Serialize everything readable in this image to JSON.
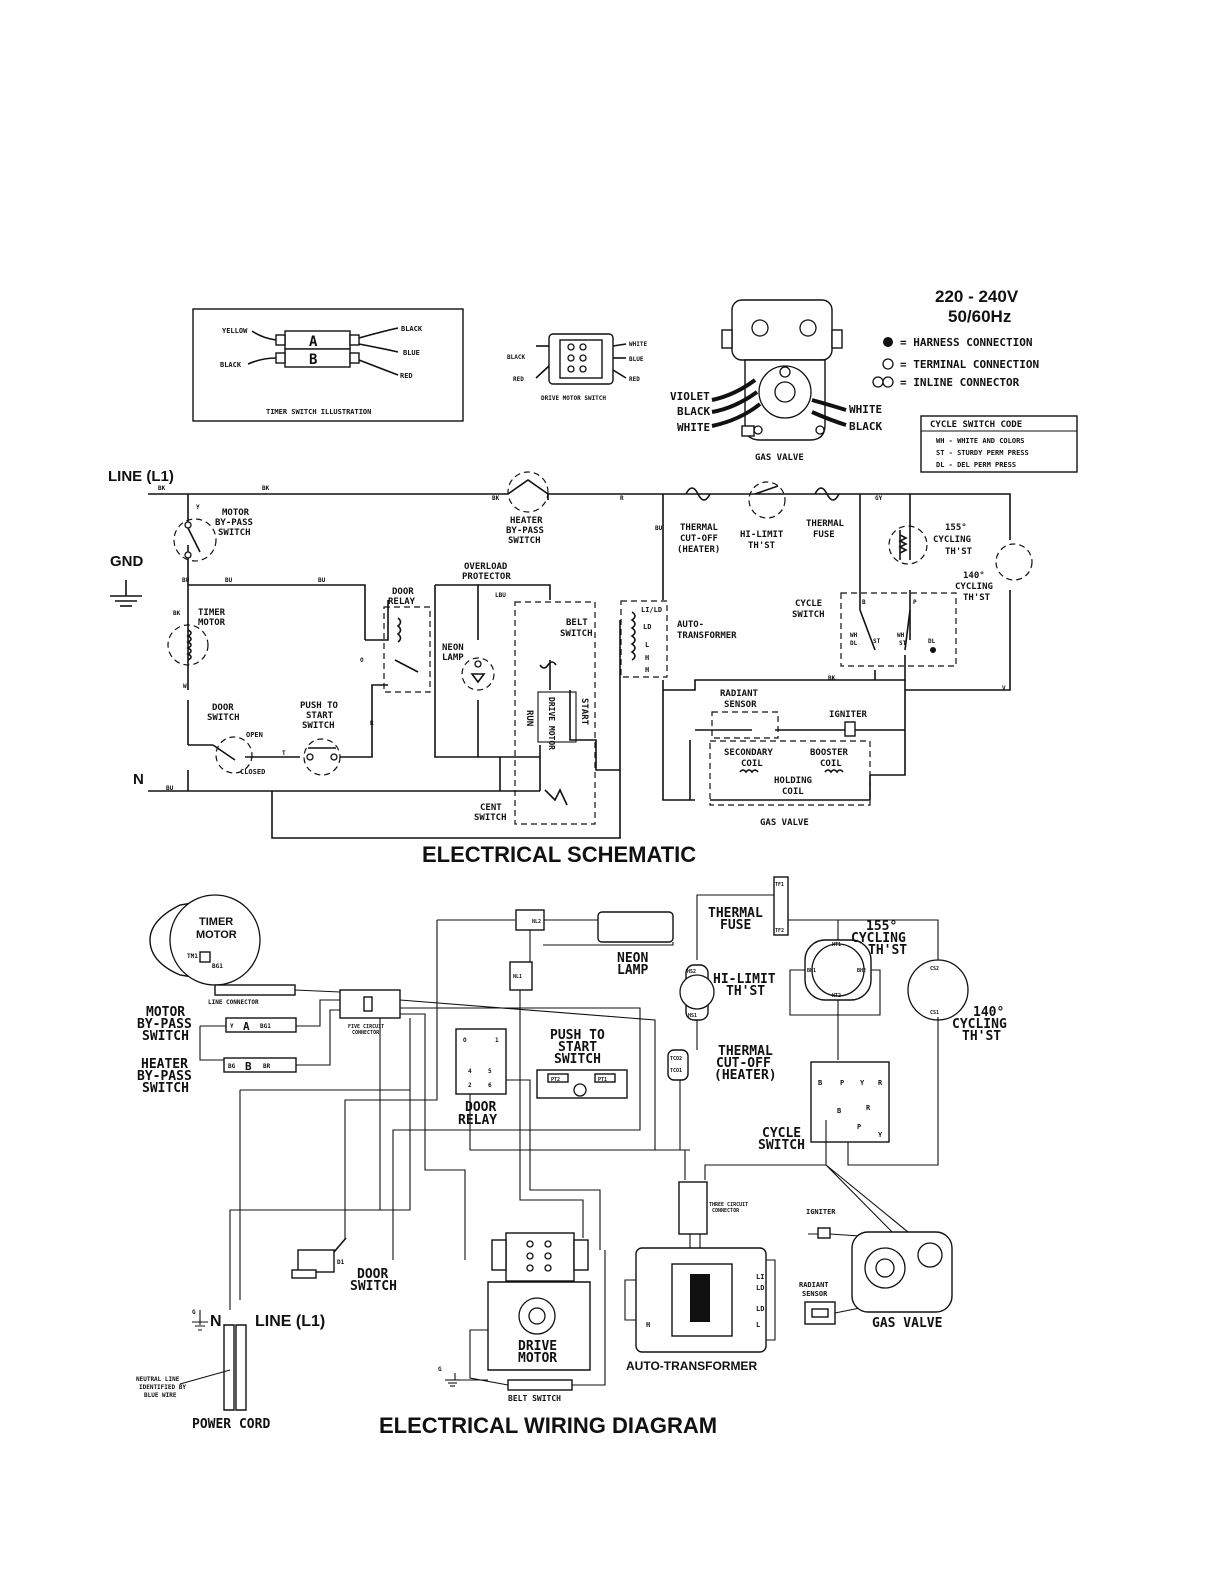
{
  "header": {
    "voltage": "220 - 240V",
    "frequency": "50/60Hz"
  },
  "legend": {
    "harness": "= HARNESS CONNECTION",
    "terminal": "= TERMINAL CONNECTION",
    "inline": "= INLINE CONNECTOR"
  },
  "cycle_switch_code": {
    "title": "CYCLE SWITCH CODE",
    "rows": [
      "WH - WHITE AND COLORS",
      "ST - STURDY PERM PRESS",
      "DL - DEL PERM PRESS"
    ]
  },
  "timer_switch_illustration": {
    "caption": "TIMER SWITCH ILLUSTRATION",
    "yellow": "YELLOW",
    "black_left": "BLACK",
    "black_right": "BLACK",
    "blue": "BLUE",
    "red": "RED",
    "a": "A",
    "b": "B"
  },
  "drive_motor_switch": {
    "caption": "DRIVE MOTOR SWITCH",
    "black": "BLACK",
    "red": "RED",
    "white": "WHITE",
    "blue": "BLUE",
    "red_right": "RED"
  },
  "gas_valve_top": {
    "caption": "GAS VALVE",
    "violet": "VIOLET",
    "black_left": "BLACK",
    "white_left": "WHITE",
    "white_right": "WHITE",
    "black_right": "BLACK"
  },
  "schematic": {
    "title": "ELECTRICAL SCHEMATIC",
    "line": "LINE (L1)",
    "gnd": "GND",
    "n": "N",
    "motor_bypass": [
      "MOTOR",
      "BY-PASS",
      "SWITCH"
    ],
    "heater_bypass": [
      "HEATER",
      "BY-PASS",
      "SWITCH"
    ],
    "timer_motor": [
      "TIMER",
      "MOTOR"
    ],
    "door_switch": [
      "DOOR",
      "SWITCH"
    ],
    "open": "OPEN",
    "closed": "CLOSED",
    "push_to_start": [
      "PUSH TO",
      "START",
      "SWITCH"
    ],
    "door_relay": [
      "DOOR",
      "RELAY"
    ],
    "overload": [
      "OVERLOAD",
      "PROTECTOR"
    ],
    "neon_lamp": [
      "NEON",
      "LAMP"
    ],
    "belt_switch": [
      "BELT",
      "SWITCH"
    ],
    "run": "RUN",
    "drive_motor": "DRIVE MOTOR",
    "start": "START",
    "cent_switch": [
      "CENT",
      "SWITCH"
    ],
    "auto_transformer": [
      "AUTO-",
      "TRANSFORMER"
    ],
    "thermal_cutoff": [
      "THERMAL",
      "CUT-OFF",
      "(HEATER)"
    ],
    "hi_limit": [
      "HI-LIMIT",
      "TH'ST"
    ],
    "thermal_fuse": [
      "THERMAL",
      "FUSE"
    ],
    "cycling_155": [
      "155°",
      "CYCLING",
      "TH'ST"
    ],
    "cycling_140": [
      "140°",
      "CYCLING",
      "TH'ST"
    ],
    "cycle_switch": [
      "CYCLE",
      "SWITCH"
    ],
    "radiant_sensor": [
      "RADIANT",
      "SENSOR"
    ],
    "igniter": "IGNITER",
    "secondary_coil": [
      "SECONDARY",
      "COIL"
    ],
    "booster_coil": [
      "BOOSTER",
      "COIL"
    ],
    "holding_coil": [
      "HOLDING",
      "COIL"
    ],
    "gas_valve": "GAS VALVE",
    "wire_codes": {
      "bk": "BK",
      "bu": "BU",
      "r": "R",
      "w": "W",
      "gy": "GY",
      "v": "V",
      "o": "O",
      "t": "T",
      "y": "Y",
      "lbu": "LBU",
      "p": "P",
      "b": "B"
    },
    "cycle_terms": [
      "WH",
      "DL",
      "ST",
      "WH",
      "ST",
      "DL"
    ],
    "at_terms": [
      "LI/LD",
      "LD",
      "L",
      "H",
      "H"
    ]
  },
  "wiring": {
    "title": "ELECTRICAL WIRING DIAGRAM",
    "timer_motor": [
      "TIMER",
      "MOTOR"
    ],
    "th1": "TM1",
    "bg1": "BG1",
    "line_connector": "LINE CONNECTOR",
    "motor_bypass": [
      "MOTOR",
      "BY-PASS",
      "SWITCH"
    ],
    "heater_bypass": [
      "HEATER",
      "BY-PASS",
      "SWITCH"
    ],
    "five_circuit": [
      "FIVE CIRCUIT",
      "CONNECTOR"
    ],
    "y": "Y",
    "a": "A",
    "bg1b": "BG1",
    "bg": "BG",
    "b": "B",
    "br": "BR",
    "door_relay": [
      "DOOR",
      "RELAY"
    ],
    "relay_terms": [
      "O",
      "1",
      "4",
      "2",
      "5",
      "6"
    ],
    "push_to_start": [
      "PUSH TO",
      "START",
      "SWITCH"
    ],
    "pt2": "PT2",
    "pt1": "PT1",
    "neon_lamp": [
      "NEON",
      "LAMP"
    ],
    "nl1": "NL1",
    "nl2": "NL2",
    "thermal_fuse": [
      "THERMAL",
      "FUSE"
    ],
    "tf1": "TF1",
    "tf2": "TF2",
    "hi_limit": [
      "HI-LIMIT",
      "TH'ST"
    ],
    "hs1": "HS1",
    "hs2": "HS2",
    "thermal_cutoff": [
      "THERMAL",
      "CUT-OFF",
      "(HEATER)"
    ],
    "tco1": "TCO1",
    "tco2": "TCO2",
    "cycling_155": [
      "155°",
      "CYCLING",
      "TH'ST"
    ],
    "ht1": "HT1",
    "ht2": "HT2",
    "bh1": "BH1",
    "bh2": "BH2",
    "cycling_140": [
      "140°",
      "CYCLING",
      "TH'ST"
    ],
    "cs1": "CS1",
    "cs2": "CS2",
    "cycle_switch": [
      "CYCLE",
      "SWITCH"
    ],
    "cs_terms": [
      "B",
      "P",
      "Y",
      "R",
      "B",
      "R",
      "P",
      "Y"
    ],
    "three_circuit": [
      "THREE CIRCUIT",
      "CONNECTOR"
    ],
    "igniter": "IGNITER",
    "radiant_sensor": [
      "RADIANT",
      "SENSOR"
    ],
    "gas_valve": "GAS VALVE",
    "auto_transformer": "AUTO-TRANSFORMER",
    "at_terms": [
      "LI",
      "LD",
      "LD",
      "L",
      "H"
    ],
    "door_switch": [
      "DOOR",
      "SWITCH"
    ],
    "d1": "D1",
    "drive_motor": [
      "DRIVE",
      "MOTOR"
    ],
    "belt_switch": "BELT SWITCH",
    "g": "G",
    "n": "N",
    "line": "LINE (L1)",
    "neutral_note": [
      "NEUTRAL LINE",
      "IDENTIFIED BY",
      "BLUE WIRE"
    ],
    "power_cord": "POWER CORD"
  }
}
